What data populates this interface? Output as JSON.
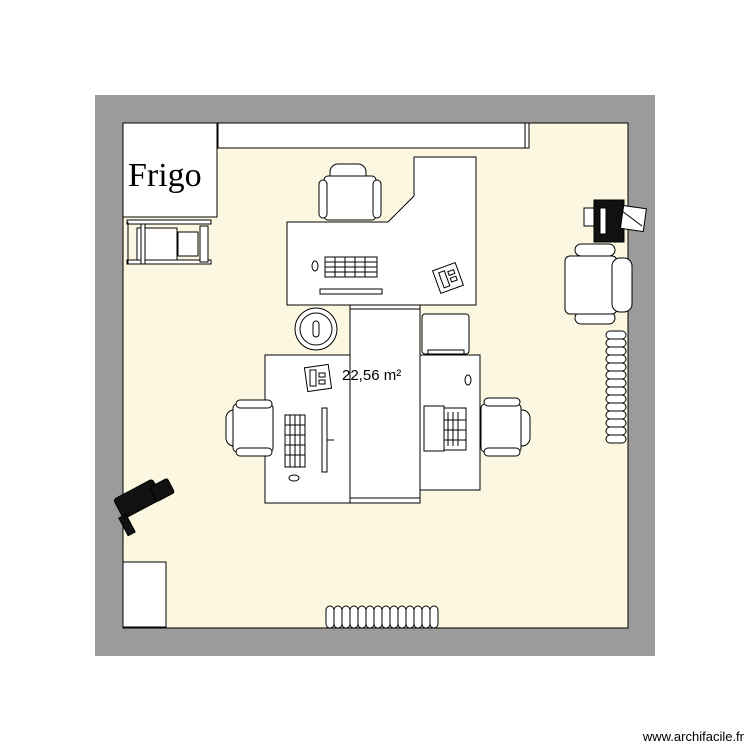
{
  "plan": {
    "room_area": "22,56 m²",
    "fridge_label": "Frigo",
    "colors": {
      "wall": "#9b9b9b",
      "floor": "#fbf7e1",
      "furniture": "#ffffff",
      "outline": "#000000",
      "dark": "#111111"
    }
  },
  "footer": {
    "credit": "www.archifacile.fr"
  }
}
